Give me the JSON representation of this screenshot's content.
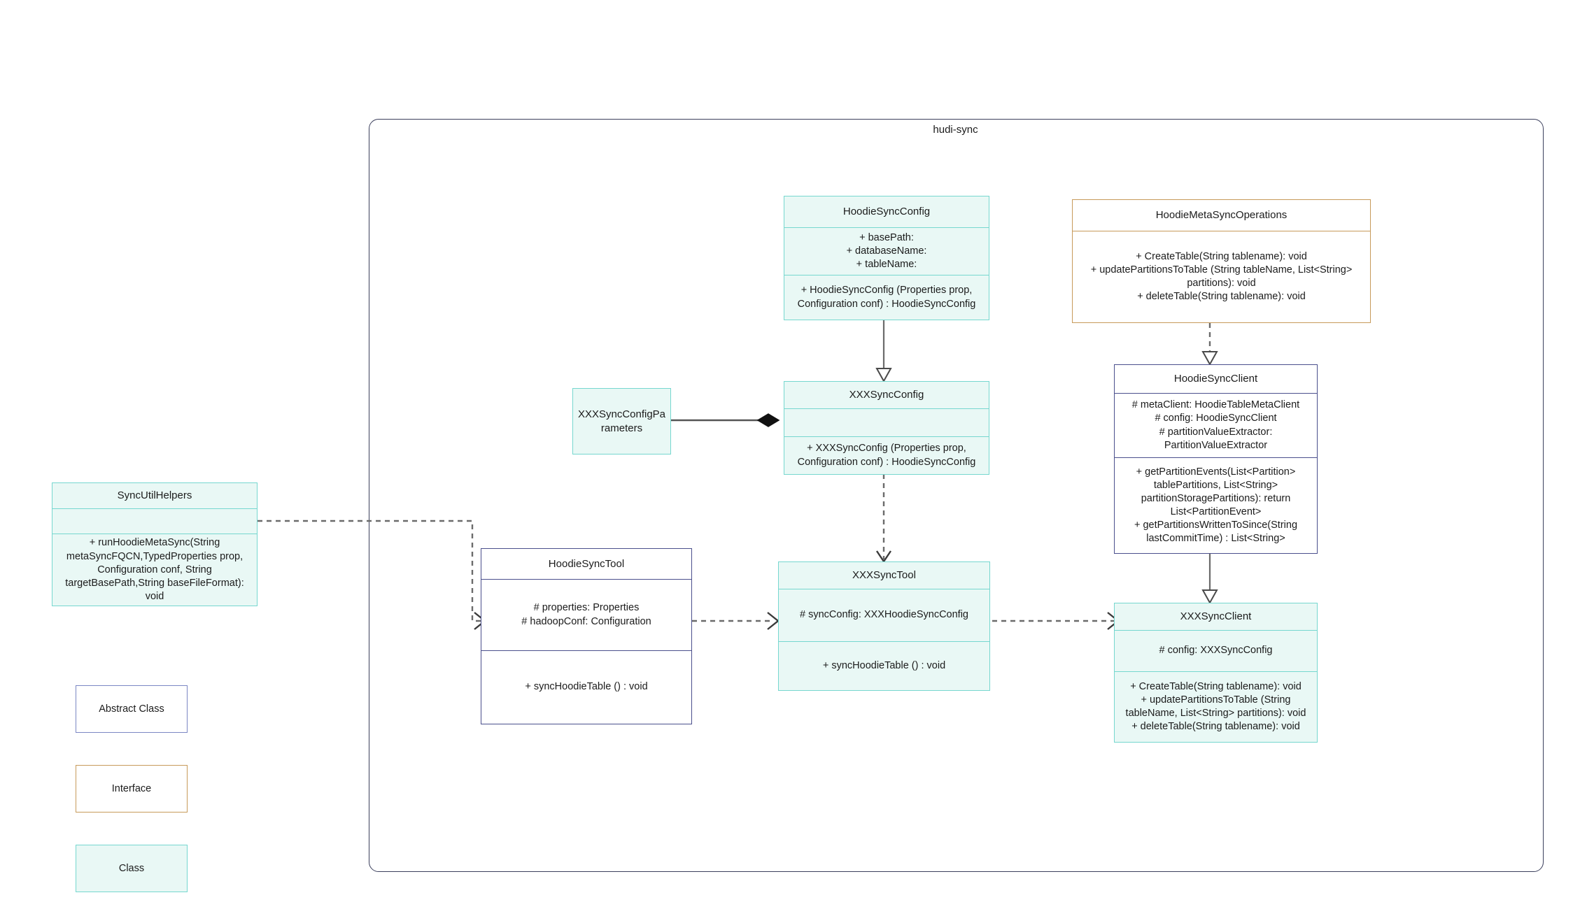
{
  "package": {
    "title": "hudi-sync"
  },
  "classes": {
    "hoodie_sync_config": {
      "name": "HoodieSyncConfig",
      "stereotype": "class",
      "attributes": "+    basePath:\n+   databaseName:\n+    tableName:",
      "operations": "+   HoodieSyncConfig (Properties prop, Configuration conf) : HoodieSyncConfig"
    },
    "hoodie_meta_sync_operations": {
      "name": "HoodieMetaSyncOperations",
      "stereotype": "interface",
      "operations": "+    CreateTable(String tablename): void\n+   updatePartitionsToTable (String tableName, List<String> partitions): void\n+    deleteTable(String tablename): void"
    },
    "xxx_sync_config": {
      "name": "XXXSyncConfig",
      "stereotype": "class",
      "attributes": "",
      "operations": "+   XXXSyncConfig (Properties prop, Configuration conf) : HoodieSyncConfig"
    },
    "xxx_sync_config_parameters": {
      "name": "XXXSyncConfigParameters",
      "stereotype": "class"
    },
    "sync_util_helpers": {
      "name": "SyncUtilHelpers",
      "stereotype": "class",
      "attributes": "",
      "operations": "+     runHoodieMetaSync(String metaSyncFQCN,TypedProperties prop, Configuration conf, String targetBasePath,String baseFileFormat): void"
    },
    "hoodie_sync_client": {
      "name": "HoodieSyncClient",
      "stereotype": "abstract-class",
      "attributes": "#   metaClient: HoodieTableMetaClient\n#    config: HoodieSyncClient\n#     partitionValueExtractor: PartitionValueExtractor",
      "operations": "+   getPartitionEvents(List<Partition> tablePartitions, List<String> partitionStoragePartitions): return List<PartitionEvent>\n+   getPartitionsWrittenToSince(String lastCommitTime) : List<String>"
    },
    "hoodie_sync_tool": {
      "name": "HoodieSyncTool",
      "stereotype": "abstract-class",
      "attributes": "#   properties: Properties\n#   hadoopConf: Configuration",
      "operations": "+   syncHoodieTable () : void"
    },
    "xxx_sync_tool": {
      "name": "XXXSyncTool",
      "stereotype": "class",
      "attributes": "#   syncConfig: XXXHoodieSyncConfig",
      "operations": "+   syncHoodieTable () : void"
    },
    "xxx_sync_client": {
      "name": "XXXSyncClient",
      "stereotype": "class",
      "attributes": "#    config: XXXSyncConfig",
      "operations": "+    CreateTable(String tablename): void\n+    updatePartitionsToTable (String tableName, List<String> partitions): void\n+    deleteTable(String tablename): void"
    }
  },
  "legend": [
    {
      "key": "abstract-class",
      "label": "Abstract Class"
    },
    {
      "key": "interface",
      "label": "Interface"
    },
    {
      "key": "class",
      "label": "Class"
    }
  ],
  "colors": {
    "class_border": "#76d7cf",
    "class_fill": "#e9f8f5",
    "abstract_border": "#4a4f8c",
    "abstract_legend_border": "#7b87c4",
    "interface_border": "#c79a5a",
    "package_border": "#3b3f5c",
    "connector": "#6b6b6b"
  },
  "relationships": [
    {
      "name": "generalization-hoodiesyncconfig-xxxsyncconfig",
      "from": "HoodieSyncConfig",
      "to": "XXXSyncConfig",
      "type": "generalization"
    },
    {
      "name": "realization-hoodiemetasyncoperations-hoodiesyncclient",
      "from": "HoodieMetaSyncOperations",
      "to": "HoodieSyncClient",
      "type": "realization"
    },
    {
      "name": "generalization-hoodiesyncclient-xxxsyncclient",
      "from": "HoodieSyncClient",
      "to": "XXXSyncClient",
      "type": "generalization"
    },
    {
      "name": "composition-xxxsyncconfig-xxxsyncconfigparameters",
      "from": "XXXSyncConfig",
      "to": "XXXSyncConfigParameters",
      "type": "composition"
    },
    {
      "name": "dependency-xxxsyncconfig-xxxsynctool",
      "from": "XXXSyncConfig",
      "to": "XXXSyncTool",
      "type": "dependency"
    },
    {
      "name": "dependency-syncutilhelpers-hoodiesynctool",
      "from": "SyncUtilHelpers",
      "to": "HoodieSyncTool",
      "type": "dependency"
    },
    {
      "name": "dependency-hoodiesynctool-xxxsynctool",
      "from": "HoodieSyncTool",
      "to": "XXXSyncTool",
      "type": "dependency"
    },
    {
      "name": "dependency-xxxsynctool-xxxsyncclient",
      "from": "XXXSyncTool",
      "to": "XXXSyncClient",
      "type": "dependency"
    }
  ]
}
